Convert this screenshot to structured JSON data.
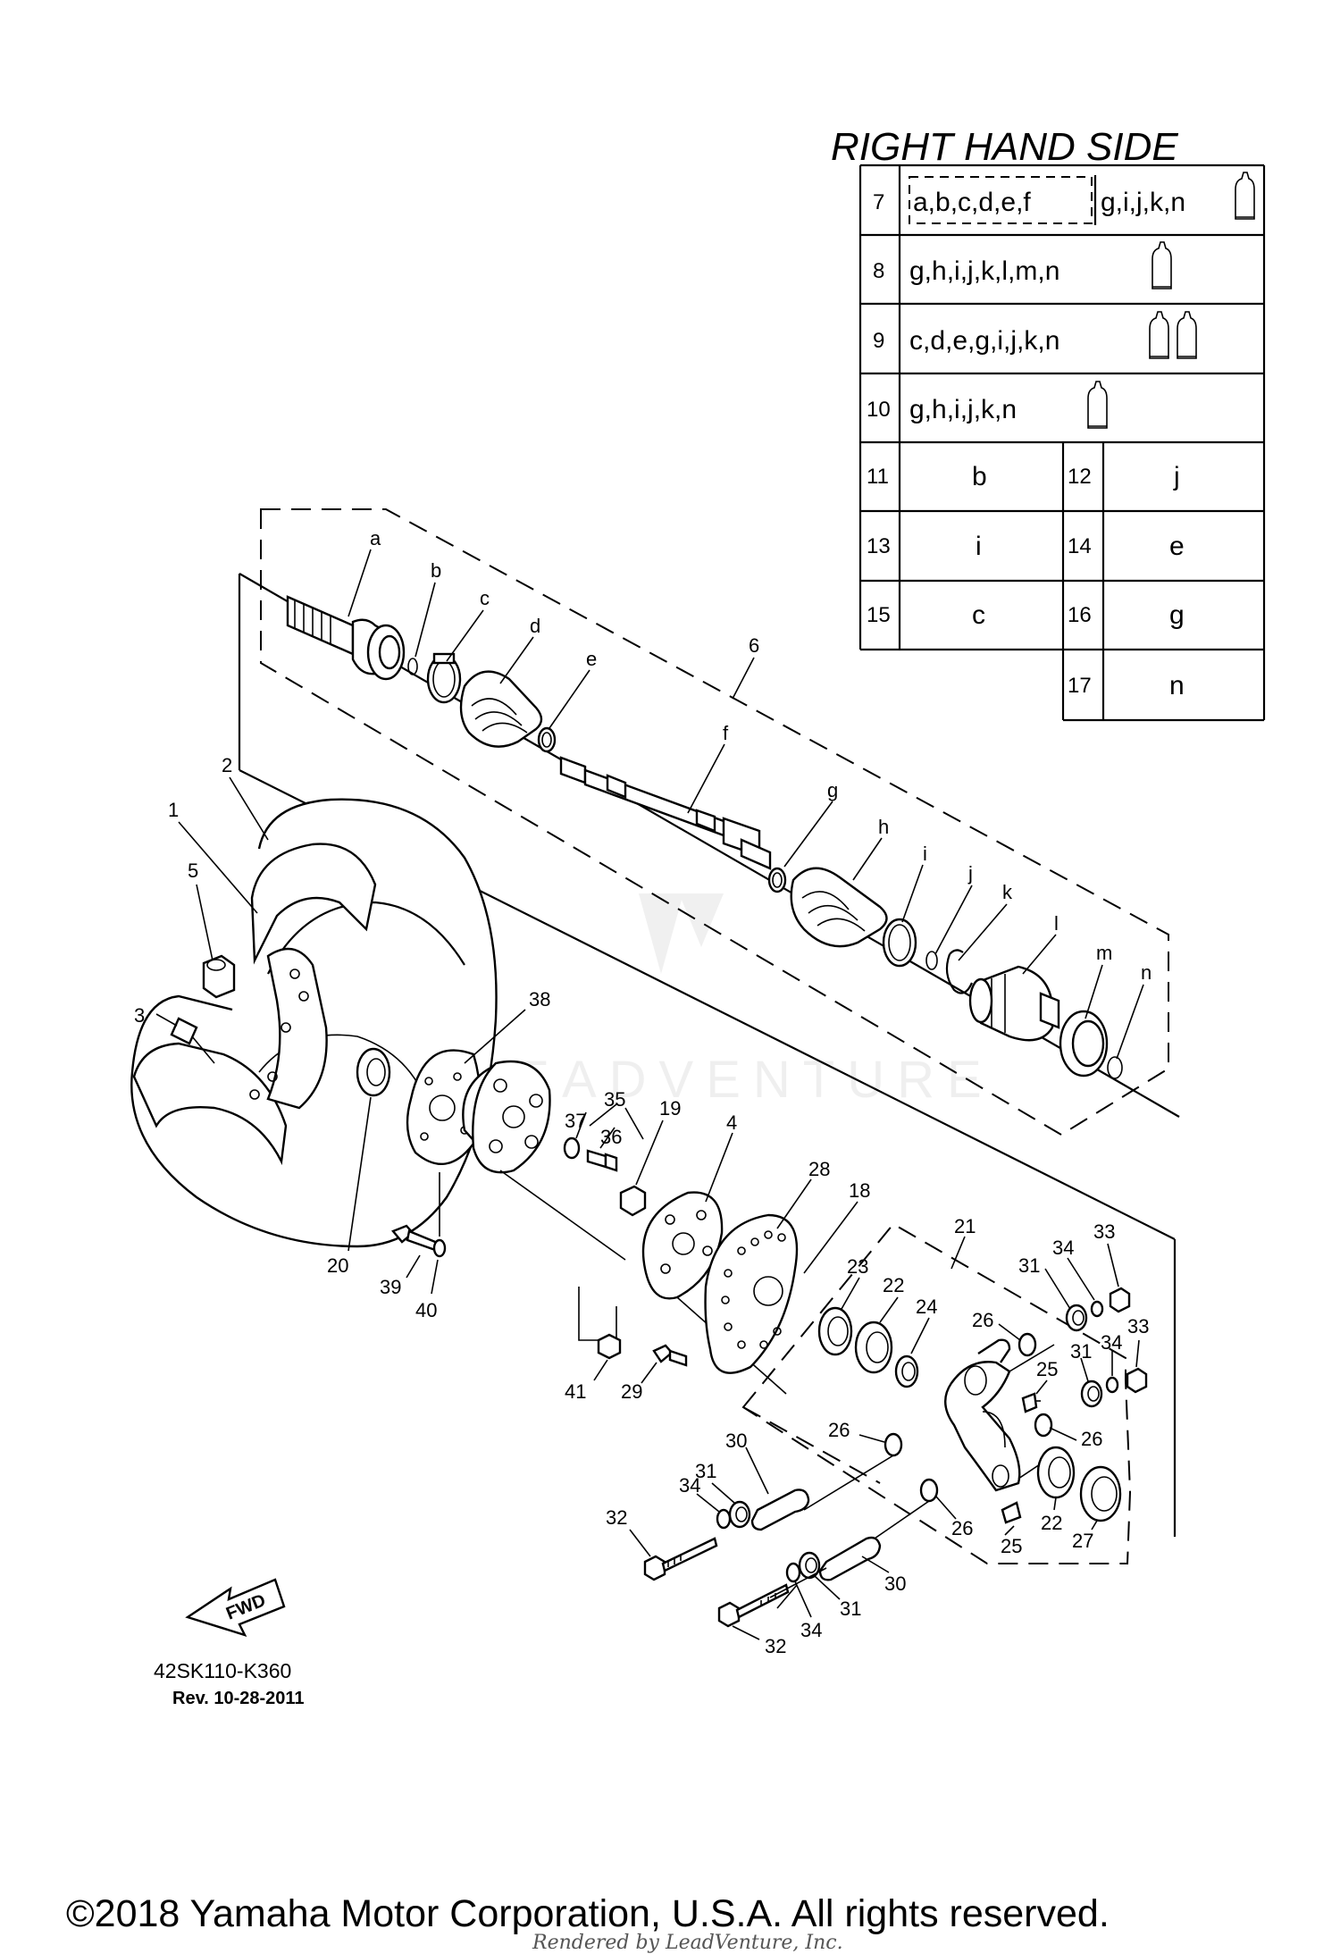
{
  "table": {
    "title": "RIGHT HAND SIDE",
    "rows": [
      {
        "num": "7",
        "text_dashed": "a,b,c,d,e,f",
        "text": "g,i,j,k,n",
        "tubes": 1
      },
      {
        "num": "8",
        "text": "g,h,i,j,k,l,m,n",
        "tubes": 1
      },
      {
        "num": "9",
        "text": "c,d,e,g,i,j,k,n",
        "tubes": 2
      },
      {
        "num": "10",
        "text": "g,h,i,j,k,n",
        "tubes": 1
      }
    ],
    "pairs": [
      {
        "left_num": "11",
        "left": "b",
        "right_num": "12",
        "right": "j"
      },
      {
        "left_num": "13",
        "left": "i",
        "right_num": "14",
        "right": "e"
      },
      {
        "left_num": "15",
        "left": "c",
        "right_num": "16",
        "right": "g"
      },
      {
        "left_num": "",
        "left": "",
        "right_num": "17",
        "right": "n"
      }
    ]
  },
  "callouts": {
    "c1": "1",
    "c2": "2",
    "c3": "3",
    "c4": "4",
    "c5": "5",
    "c6": "6",
    "c18": "18",
    "c19": "19",
    "c20": "20",
    "c21": "21",
    "c22a": "22",
    "c22b": "22",
    "c23": "23",
    "c24": "24",
    "c25a": "25",
    "c25b": "25",
    "c26a": "26",
    "c26b": "26",
    "c26c": "26",
    "c26d": "26",
    "c27": "27",
    "c28": "28",
    "c29": "29",
    "c30a": "30",
    "c30b": "30",
    "c31a": "31",
    "c31b": "31",
    "c31c": "31",
    "c31d": "31",
    "c32a": "32",
    "c32b": "32",
    "c33a": "33",
    "c33b": "33",
    "c34a": "34",
    "c34b": "34",
    "c34c": "34",
    "c34d": "34",
    "c35": "35",
    "c36": "36",
    "c37": "37",
    "c38": "38",
    "c39": "39",
    "c40": "40",
    "c41": "41"
  },
  "letters": {
    "a": "a",
    "b": "b",
    "c": "c",
    "d": "d",
    "e": "e",
    "f": "f",
    "g": "g",
    "h": "h",
    "i": "i",
    "j": "j",
    "k": "k",
    "l": "l",
    "m": "m",
    "n": "n"
  },
  "fwd": "FWD",
  "diagram_code": "42SK110-K360",
  "revision": "Rev.  10-28-2011",
  "copyright": "©2018 Yamaha Motor Corporation, U.S.A. All rights reserved.",
  "rendered_by": "Rendered by LeadVenture, Inc.",
  "watermark": "LEADVENTURE"
}
